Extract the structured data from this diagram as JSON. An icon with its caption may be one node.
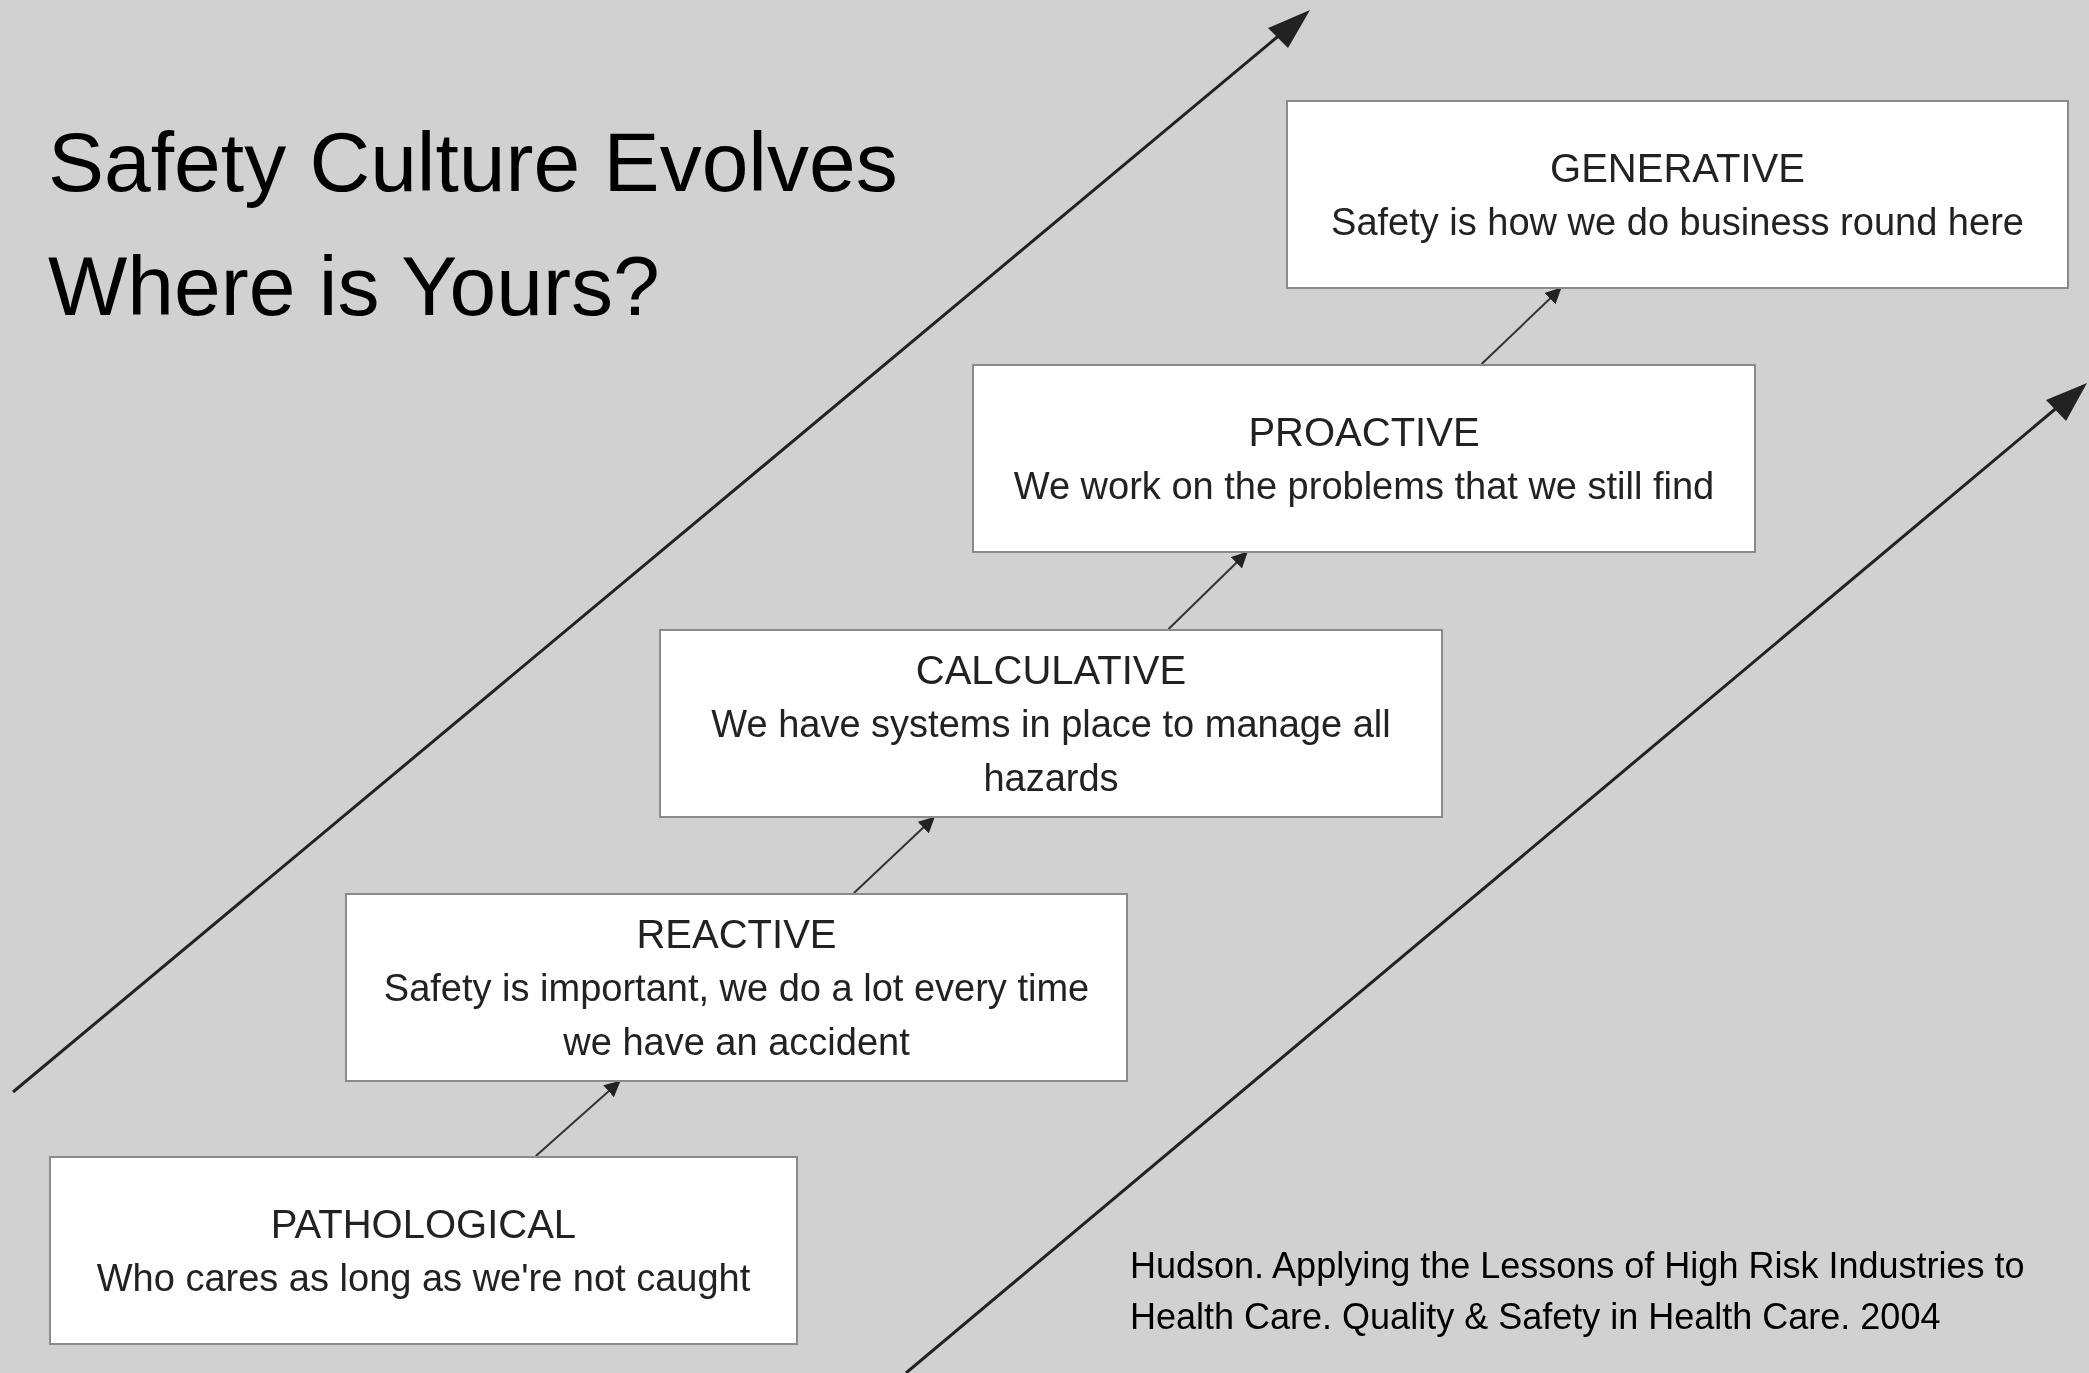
{
  "diagram": {
    "title": "Safety Culture Evolves Where is Yours?",
    "caption": "Hudson. Applying the Lessons of High Risk Industries to Health Care. Quality & Safety in Health Care. 2004",
    "nodes": [
      {
        "text": [
          "GENERATIVE",
          "Safety is how we do business round here"
        ]
      },
      {
        "text": [
          "PROACTIVE",
          "We work on the problems that we still find"
        ]
      },
      {
        "text": [
          "CALCULATIVE",
          "We have systems in place to manage all hazards"
        ]
      },
      {
        "text": [
          "REACTIVE",
          "Safety is important, we do a lot every time we have an accident"
        ]
      },
      {
        "text": [
          "PATHOLOGICAL",
          "Who cares as long as we're not caught"
        ]
      }
    ],
    "edges": [
      {
        "from": 4,
        "to": 3,
        "arrow": "to"
      },
      {
        "from": 3,
        "to": 2,
        "arrow": "to"
      },
      {
        "from": 2,
        "to": 1,
        "arrow": "to"
      },
      {
        "from": 1,
        "to": 0,
        "arrow": "to"
      }
    ]
  }
}
